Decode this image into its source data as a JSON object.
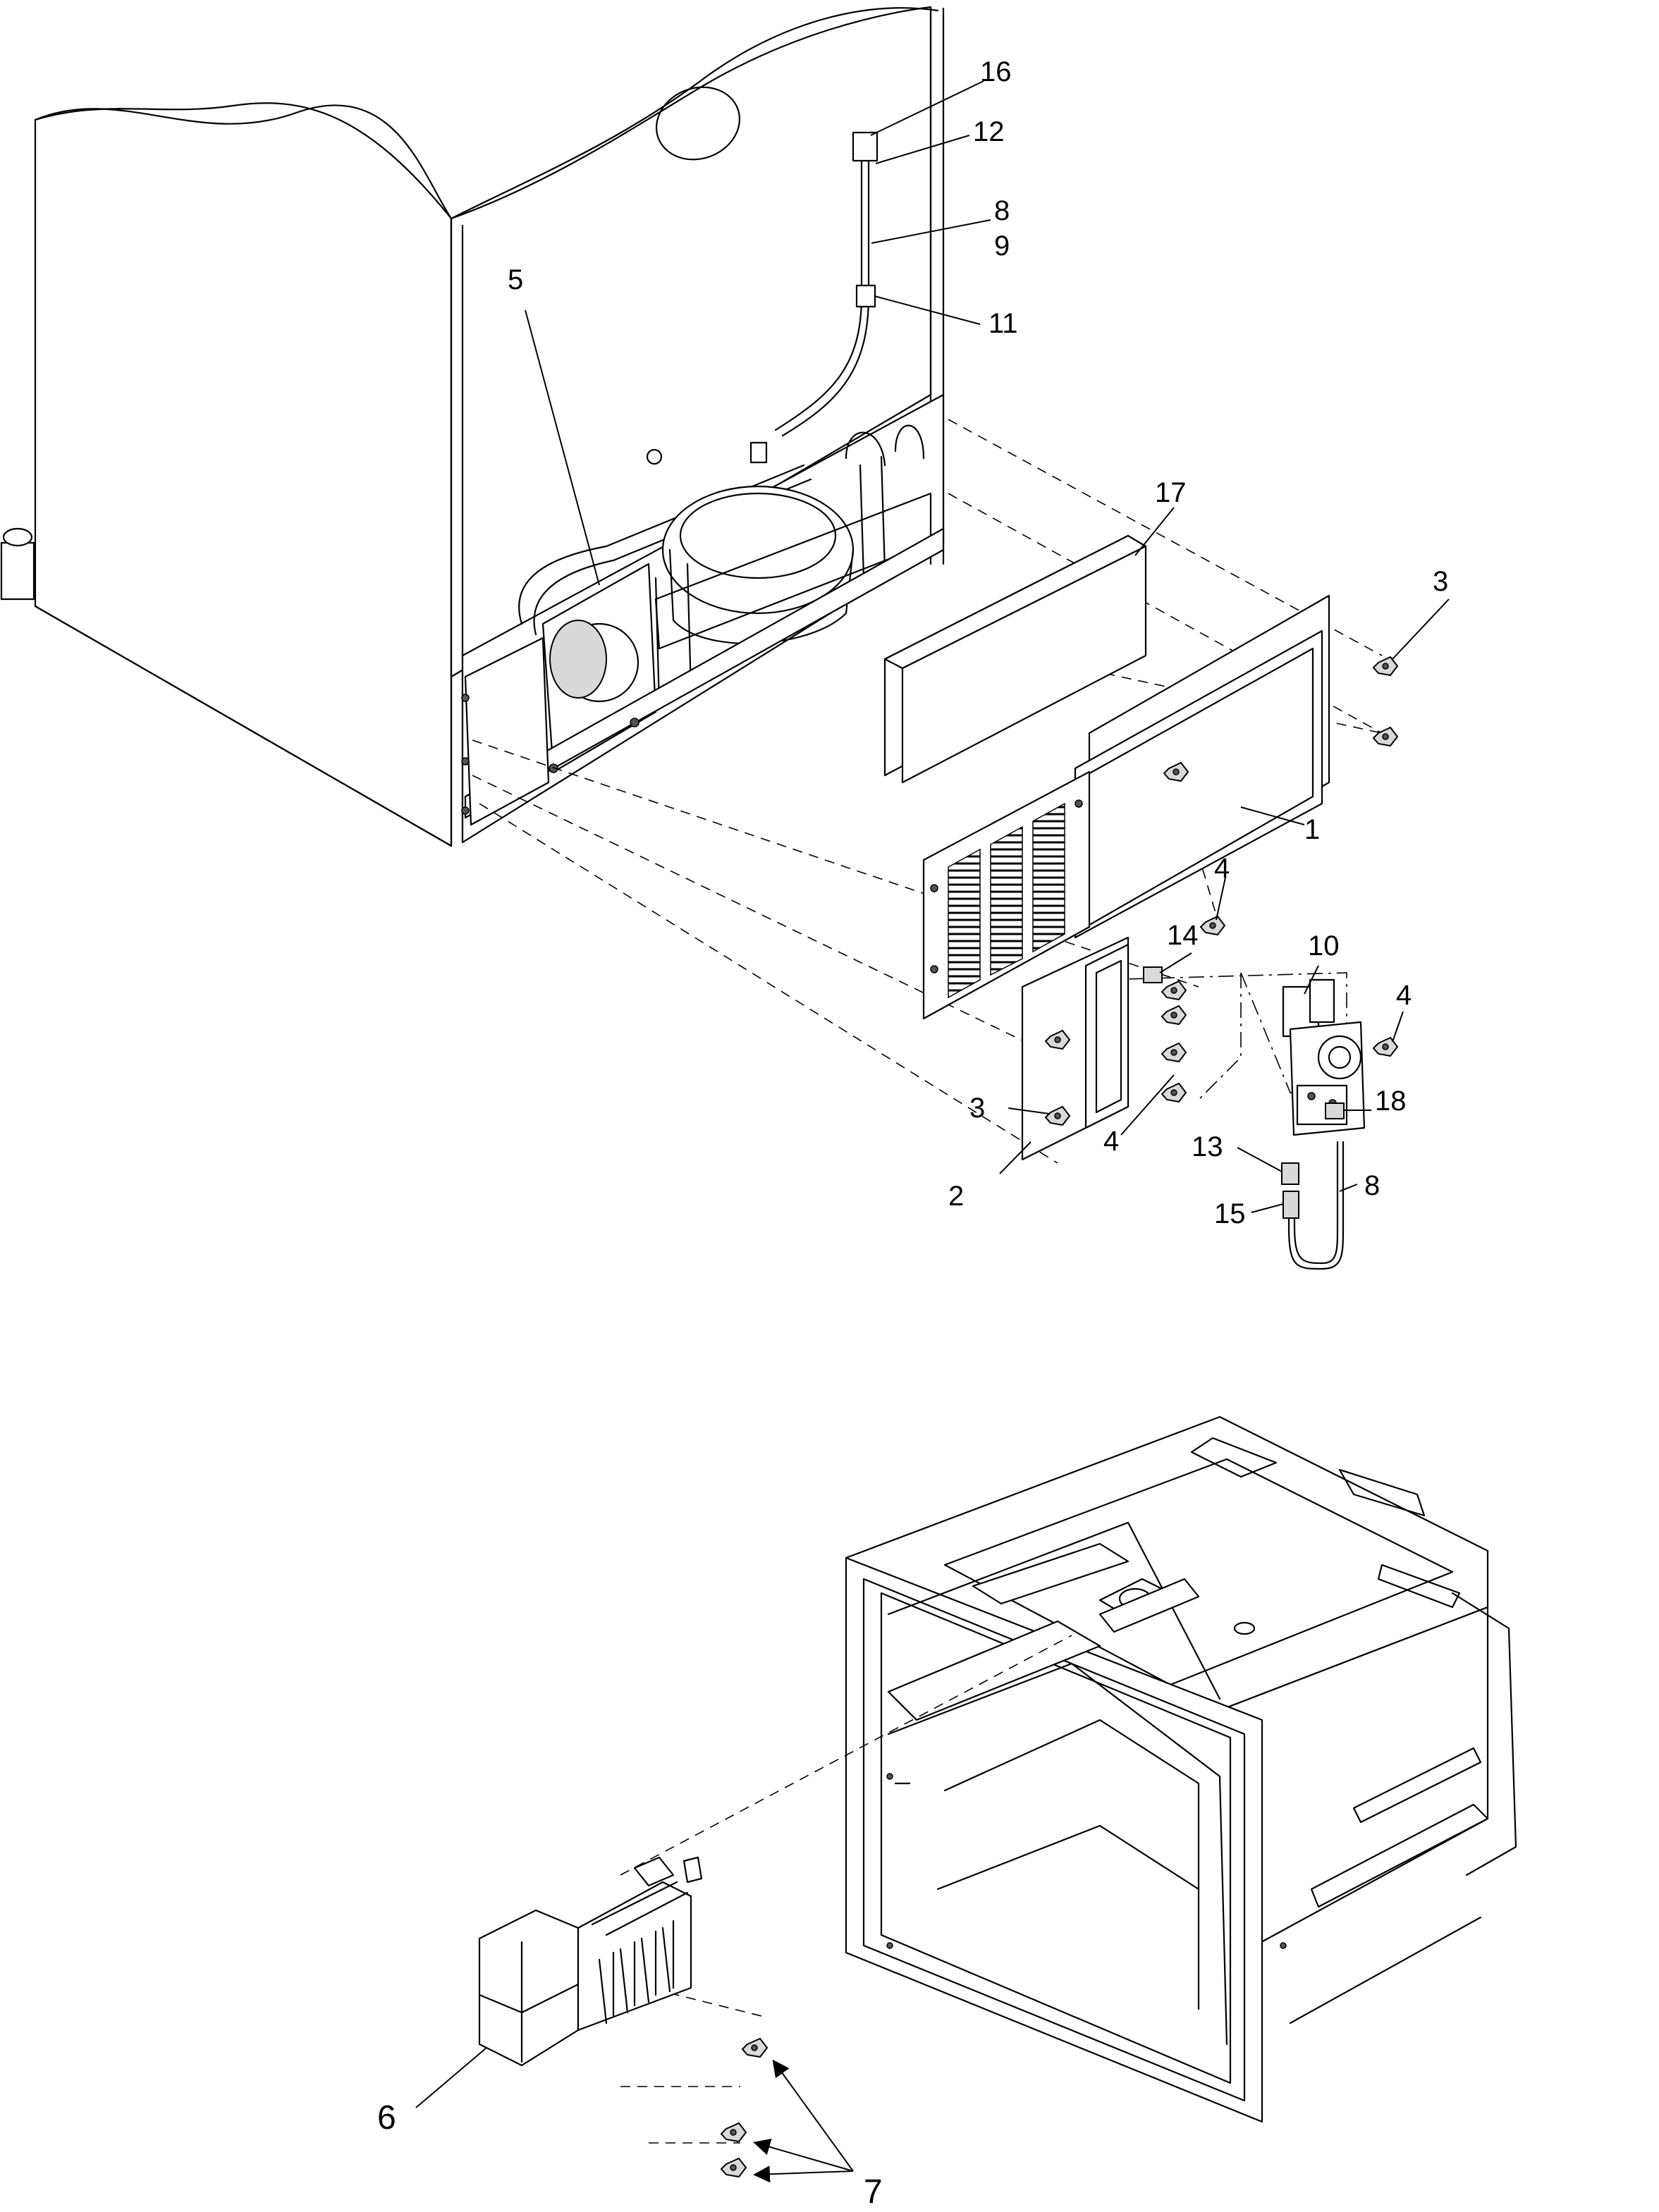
{
  "callouts": [
    {
      "id": "c1",
      "label": "1"
    },
    {
      "id": "c2",
      "label": "2"
    },
    {
      "id": "c3a",
      "label": "3"
    },
    {
      "id": "c3b",
      "label": "3"
    },
    {
      "id": "c4a",
      "label": "4"
    },
    {
      "id": "c4b",
      "label": "4"
    },
    {
      "id": "c4c",
      "label": "4"
    },
    {
      "id": "c5",
      "label": "5"
    },
    {
      "id": "c6",
      "label": "6"
    },
    {
      "id": "c7",
      "label": "7"
    },
    {
      "id": "c8a",
      "label": "8"
    },
    {
      "id": "c8b",
      "label": "8"
    },
    {
      "id": "c9",
      "label": "9"
    },
    {
      "id": "c10",
      "label": "10"
    },
    {
      "id": "c11",
      "label": "11"
    },
    {
      "id": "c12",
      "label": "12"
    },
    {
      "id": "c13",
      "label": "13"
    },
    {
      "id": "c14",
      "label": "14"
    },
    {
      "id": "c15",
      "label": "15"
    },
    {
      "id": "c16",
      "label": "16"
    },
    {
      "id": "c17",
      "label": "17"
    },
    {
      "id": "c18",
      "label": "18"
    }
  ]
}
